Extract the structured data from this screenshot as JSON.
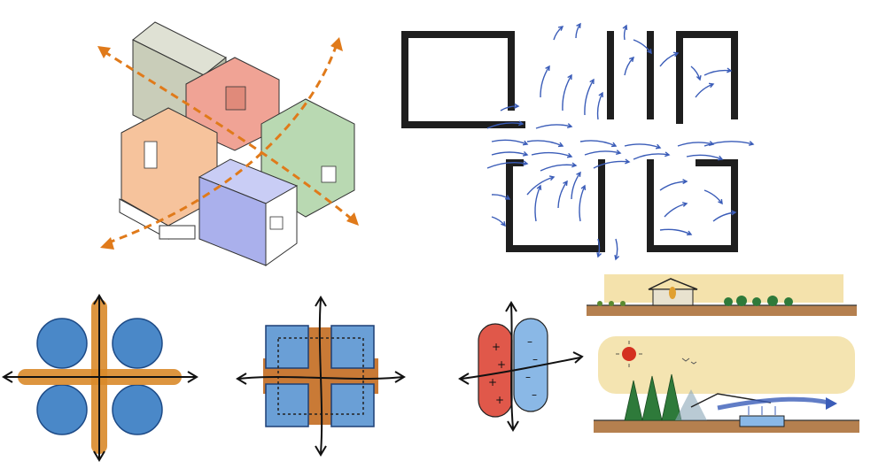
{
  "colors": {
    "room_gray": "#c9cdb9",
    "room_red": "#f0a395",
    "room_orange": "#f6c39c",
    "room_green": "#b9d9b2",
    "room_blue": "#aab0ec",
    "dash_arrow": "#e07a1a",
    "flow_arrow": "#3a5cb8",
    "wall": "#1e1e1e",
    "cross": "#d98a2a",
    "circle_blue": "#4a88c8",
    "tile_blue": "#6a9fd6",
    "positive_red": "#e0584a",
    "negative_blue": "#8ab8e6",
    "sky_yellow": "#f0d890",
    "ground_brown": "#a86a30",
    "tree_green": "#2e7a3a",
    "sun_red": "#d43020"
  },
  "figures": [
    {
      "name": "isometric-cross-ventilation",
      "icon": "isometric-rooms-icon"
    },
    {
      "name": "plan-airflow",
      "icon": "floor-plan-arrows-icon"
    },
    {
      "name": "cross-with-circles",
      "icon": "cross-circles-icon"
    },
    {
      "name": "cross-with-squares",
      "icon": "cross-squares-icon"
    },
    {
      "name": "pressure-zones",
      "icon": "pressure-ovals-icon"
    },
    {
      "name": "site-section-top",
      "icon": "section-sketch-icon"
    },
    {
      "name": "site-section-bottom",
      "icon": "section-sun-trees-icon"
    }
  ],
  "pressure_signs": {
    "positive": "+",
    "negative": "–"
  }
}
